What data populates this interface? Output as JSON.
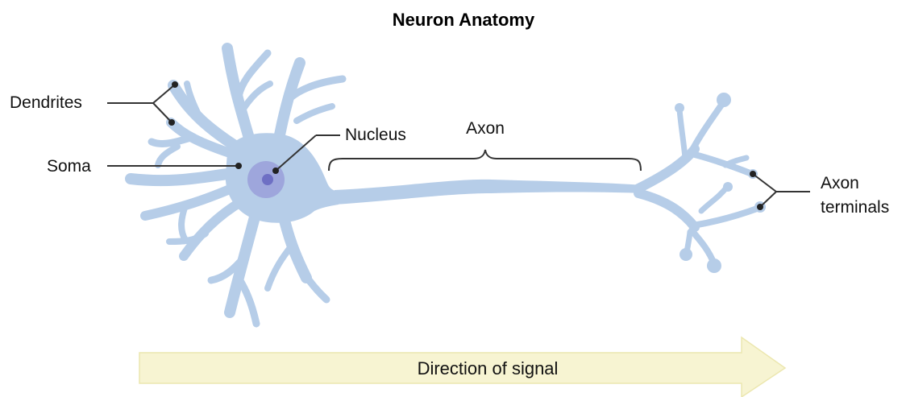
{
  "title": "Neuron Anatomy",
  "labels": {
    "dendrites": "Dendrites",
    "soma": "Soma",
    "nucleus": "Nucleus",
    "axon": "Axon",
    "axon_terminals_line1": "Axon",
    "axon_terminals_line2": "terminals"
  },
  "signal_arrow": {
    "label": "Direction of signal"
  },
  "colors": {
    "neuron_fill": "#b6cde8",
    "neuron_stroke": "#9db8da",
    "nucleus_outer": "#9ea6dc",
    "nucleus_inner": "#6e6fc4",
    "arrow_fill": "#f7f4d2",
    "arrow_stroke": "#ece7b0"
  }
}
